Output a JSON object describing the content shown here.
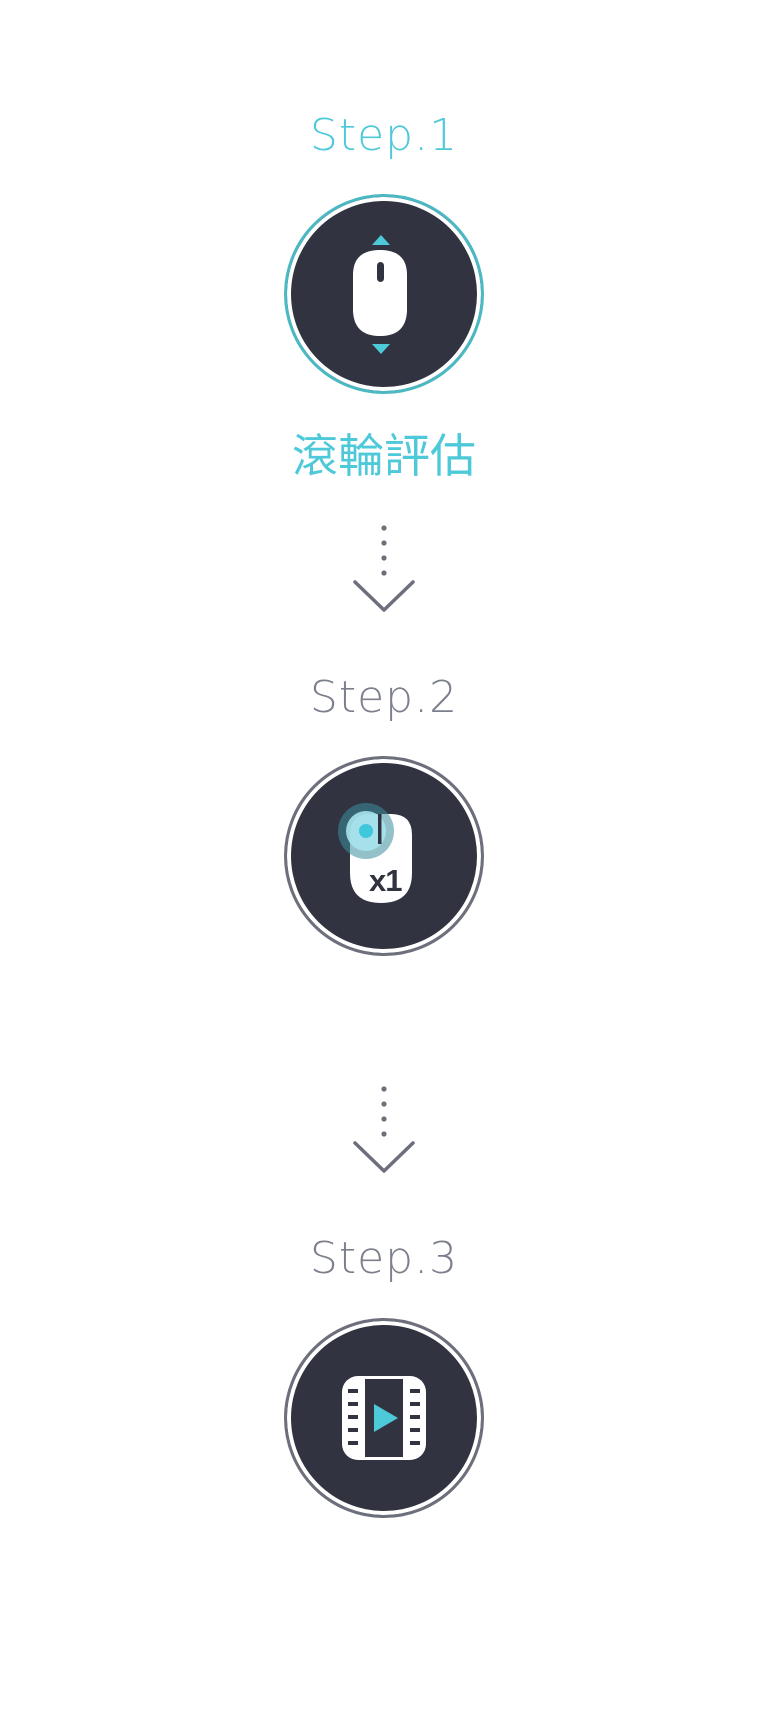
{
  "steps": [
    {
      "title": "Step.1",
      "label": "滾輪評估",
      "icon": "mouse-scroll-icon",
      "state": "active"
    },
    {
      "title": "Step.2",
      "label": "",
      "icon": "mouse-click-icon",
      "click_count": "x1",
      "state": "inactive"
    },
    {
      "title": "Step.3",
      "label": "",
      "icon": "video-play-icon",
      "state": "inactive"
    }
  ],
  "colors": {
    "accent": "#4ec9d9",
    "circle_fill": "#313440",
    "inactive_text": "#7c7f8c",
    "inactive_ring": "#6d707c"
  }
}
